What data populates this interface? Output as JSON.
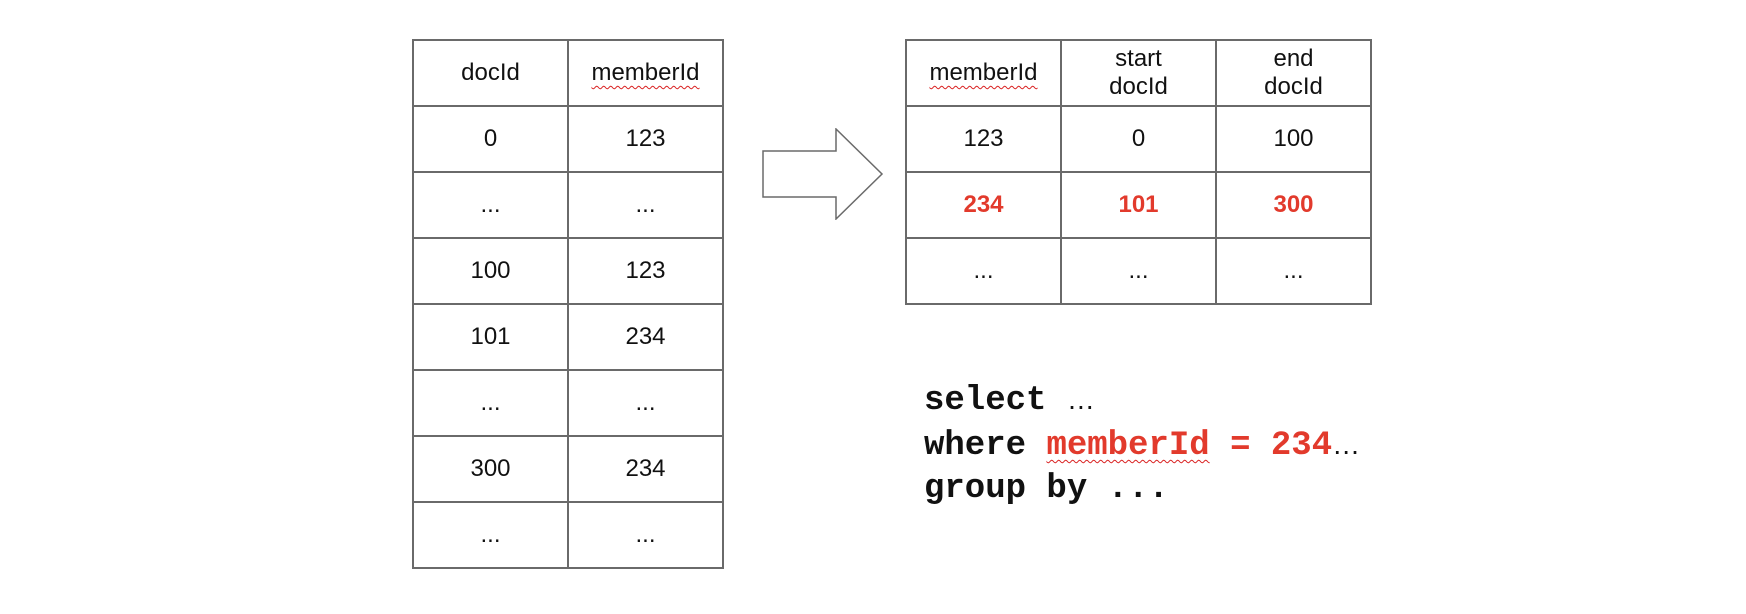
{
  "left_table": {
    "headers": [
      "docId",
      "memberId"
    ],
    "rows": [
      [
        "0",
        "123"
      ],
      [
        "...",
        "..."
      ],
      [
        "100",
        "123"
      ],
      [
        "101",
        "234"
      ],
      [
        "...",
        "..."
      ],
      [
        "300",
        "234"
      ],
      [
        "...",
        "..."
      ]
    ]
  },
  "right_table": {
    "headers": [
      {
        "line1": "memberId",
        "line2": ""
      },
      {
        "line1": "start",
        "line2": "docId"
      },
      {
        "line1": "end",
        "line2": "docId"
      }
    ],
    "rows": [
      [
        "123",
        "0",
        "100"
      ],
      [
        "234",
        "101",
        "300"
      ],
      [
        "...",
        "...",
        "..."
      ]
    ],
    "highlight_row": 1
  },
  "query": {
    "line1_kw": "select",
    "line1_tail": "…",
    "line2_kw": "where",
    "line2_field": "memberId",
    "line2_cond": " = 234",
    "line2_tail": "…",
    "line3": "group by ..."
  },
  "colors": {
    "highlight": "#e23a2c",
    "border": "#6a6a6a",
    "spellcheck": "#d92020"
  },
  "icons": {
    "transform_arrow": "right-arrow-icon"
  }
}
